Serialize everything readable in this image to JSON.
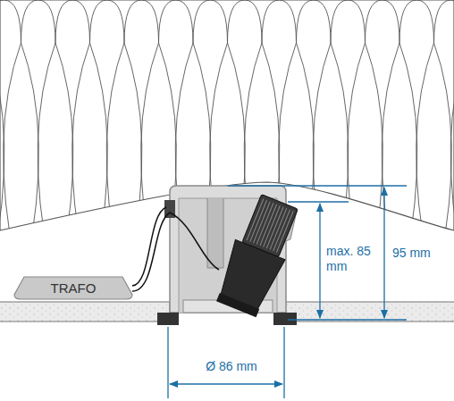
{
  "diagram": {
    "nodes": [
      {
        "text": [
          "TRAFO"
        ]
      }
    ],
    "labels": [
      "max. 85 mm",
      "95 mm",
      "Ø 86 mm"
    ]
  }
}
